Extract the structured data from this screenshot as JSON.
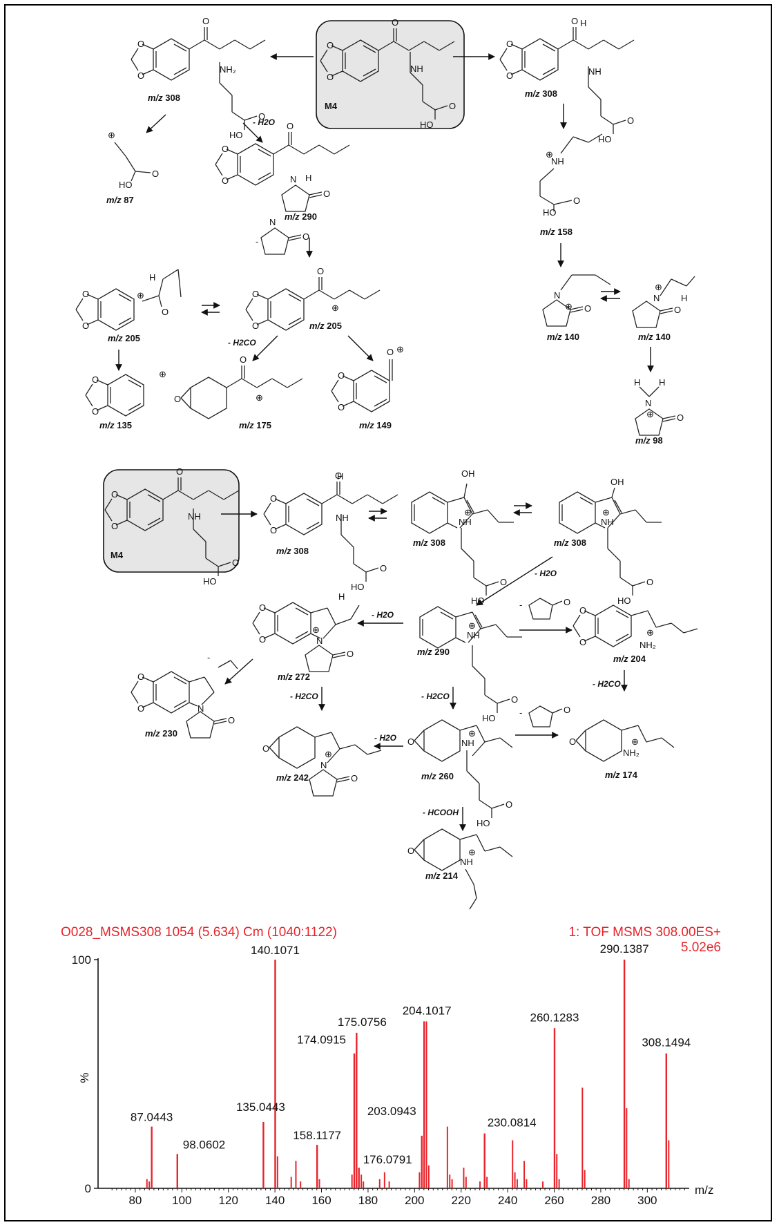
{
  "scheme": {
    "m4_label": "M4",
    "loss_h2o": "- H2O",
    "loss_h2co": "- H2CO",
    "loss_hcooh": "- HCOOH",
    "loss_minus": "-",
    "fragments": [
      {
        "id": "f308a",
        "mz": "308"
      },
      {
        "id": "f87",
        "mz": "87"
      },
      {
        "id": "f290a",
        "mz": "290"
      },
      {
        "id": "f205a",
        "mz": "205"
      },
      {
        "id": "f205b",
        "mz": "205"
      },
      {
        "id": "f135",
        "mz": "135"
      },
      {
        "id": "f175",
        "mz": "175"
      },
      {
        "id": "f149",
        "mz": "149"
      },
      {
        "id": "f308b",
        "mz": "308"
      },
      {
        "id": "f158",
        "mz": "158"
      },
      {
        "id": "f140a",
        "mz": "140"
      },
      {
        "id": "f140b",
        "mz": "140"
      },
      {
        "id": "f98",
        "mz": "98"
      },
      {
        "id": "f308c",
        "mz": "308"
      },
      {
        "id": "f308d",
        "mz": "308"
      },
      {
        "id": "f308e",
        "mz": "308"
      },
      {
        "id": "f272",
        "mz": "272"
      },
      {
        "id": "f290b",
        "mz": "290"
      },
      {
        "id": "f204",
        "mz": "204"
      },
      {
        "id": "f230",
        "mz": "230"
      },
      {
        "id": "f242",
        "mz": "242"
      },
      {
        "id": "f260",
        "mz": "260"
      },
      {
        "id": "f174",
        "mz": "174"
      },
      {
        "id": "f214",
        "mz": "214"
      }
    ]
  },
  "spectrum": {
    "header_left": "O028_MSMS308 1054 (5.634) Cm (1040:1122)",
    "header_right": "1: TOF MSMS 308.00ES+",
    "intensity": "5.02e6",
    "y_unit": "%",
    "x_unit": "m/z",
    "colors": {
      "peaks": "#e8232a",
      "text_red": "#e8232a"
    }
  },
  "chart_data": {
    "type": "bar",
    "title": "O028_MSMS308 1054 (5.634) Cm (1040:1122)",
    "xlabel": "m/z",
    "ylabel": "%",
    "xlim": [
      64,
      318
    ],
    "ylim": [
      0,
      100
    ],
    "x_ticks": [
      80,
      100,
      120,
      140,
      160,
      180,
      200,
      220,
      240,
      260,
      280,
      300
    ],
    "y_ticks": [
      0,
      100
    ],
    "labeled_peaks": [
      {
        "mz": 87.0443,
        "label": "87.0443",
        "rel": 27
      },
      {
        "mz": 98.0602,
        "label": "98.0602",
        "rel": 15
      },
      {
        "mz": 135.0443,
        "label": "135.0443",
        "rel": 29
      },
      {
        "mz": 140.1071,
        "label": "140.1071",
        "rel": 100
      },
      {
        "mz": 158.1177,
        "label": "158.1177",
        "rel": 19
      },
      {
        "mz": 174.0915,
        "label": "174.0915",
        "rel": 59
      },
      {
        "mz": 175.0756,
        "label": "175.0756",
        "rel": 68
      },
      {
        "mz": 176.0791,
        "label": "176.0791",
        "rel": 9
      },
      {
        "mz": 203.0943,
        "label": "203.0943",
        "rel": 23
      },
      {
        "mz": 204.1017,
        "label": "204.1017",
        "rel": 73
      },
      {
        "mz": 230.0814,
        "label": "230.0814",
        "rel": 24
      },
      {
        "mz": 260.1283,
        "label": "260.1283",
        "rel": 70
      },
      {
        "mz": 290.1387,
        "label": "290.1387",
        "rel": 100
      },
      {
        "mz": 308.1494,
        "label": "308.1494",
        "rel": 59
      }
    ],
    "other_peaks": [
      {
        "mz": 85.0,
        "rel": 4
      },
      {
        "mz": 86.0,
        "rel": 3
      },
      {
        "mz": 141.1,
        "rel": 14
      },
      {
        "mz": 147.0,
        "rel": 5
      },
      {
        "mz": 149.0,
        "rel": 12
      },
      {
        "mz": 151.0,
        "rel": 3
      },
      {
        "mz": 159.1,
        "rel": 4
      },
      {
        "mz": 173.1,
        "rel": 6
      },
      {
        "mz": 177.1,
        "rel": 6
      },
      {
        "mz": 178.0,
        "rel": 3
      },
      {
        "mz": 185.0,
        "rel": 4
      },
      {
        "mz": 187.1,
        "rel": 7
      },
      {
        "mz": 189.1,
        "rel": 3
      },
      {
        "mz": 202.1,
        "rel": 7
      },
      {
        "mz": 205.1,
        "rel": 73
      },
      {
        "mz": 206.1,
        "rel": 10
      },
      {
        "mz": 214.1,
        "rel": 27
      },
      {
        "mz": 215.1,
        "rel": 6
      },
      {
        "mz": 216.1,
        "rel": 4
      },
      {
        "mz": 221.1,
        "rel": 9
      },
      {
        "mz": 222.1,
        "rel": 5
      },
      {
        "mz": 228.1,
        "rel": 3
      },
      {
        "mz": 231.1,
        "rel": 5
      },
      {
        "mz": 242.1,
        "rel": 21
      },
      {
        "mz": 243.1,
        "rel": 7
      },
      {
        "mz": 244.1,
        "rel": 4
      },
      {
        "mz": 247.1,
        "rel": 12
      },
      {
        "mz": 248.1,
        "rel": 4
      },
      {
        "mz": 255.1,
        "rel": 3
      },
      {
        "mz": 261.1,
        "rel": 15
      },
      {
        "mz": 262.1,
        "rel": 4
      },
      {
        "mz": 272.1,
        "rel": 44
      },
      {
        "mz": 273.1,
        "rel": 8
      },
      {
        "mz": 291.1,
        "rel": 35
      },
      {
        "mz": 292.1,
        "rel": 4
      },
      {
        "mz": 309.2,
        "rel": 21
      }
    ]
  }
}
